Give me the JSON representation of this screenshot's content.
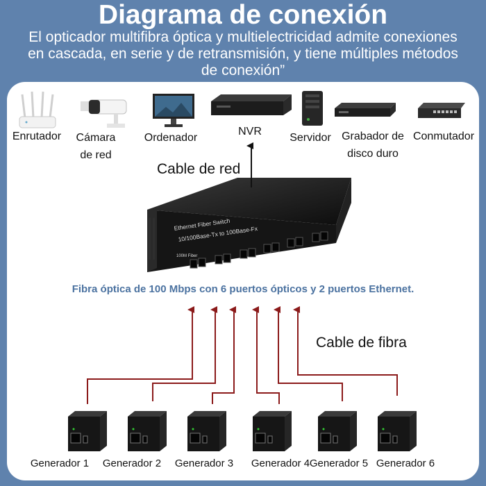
{
  "header": {
    "title": "Diagrama de conexión",
    "subtitle": "El opticador multifibra óptica y multielectricidad admite conexiones en cascada, en serie y de retransmisión, y tiene múltiples métodos de conexión”"
  },
  "devices": [
    {
      "label": "Enrutador",
      "icon": "router-icon"
    },
    {
      "label": "Cámara de red",
      "icon": "camera-icon"
    },
    {
      "label": "Ordenador",
      "icon": "monitor-icon"
    },
    {
      "label": "NVR",
      "icon": "nvr-icon"
    },
    {
      "label": "Servidor",
      "icon": "server-icon"
    },
    {
      "label": "Grabador de disco duro",
      "icon": "dvr-icon"
    },
    {
      "label": "Conmutador",
      "icon": "switch-icon"
    }
  ],
  "cable_red_label": "Cable de red",
  "switch": {
    "line1": "Ethernet Fiber Switch",
    "line2": "10/100Base-Tx to 100Base-Fx",
    "port_label": "100M Fiber"
  },
  "fiber_note": "Fibra óptica de 100 Mbps con 6 puertos ópticos y 2 puertos Ethernet.",
  "cable_fibra_label": "Cable de fibra",
  "generators": [
    {
      "label": "Generador 1"
    },
    {
      "label": "Generador 2"
    },
    {
      "label": "Generador 3"
    },
    {
      "label": "Generador 4"
    },
    {
      "label": "Generador 5"
    },
    {
      "label": "Generador 6"
    }
  ],
  "colors": {
    "background": "#5f82ad",
    "fiber_line": "#8b1a1a",
    "note_text": "#4b72a0"
  }
}
